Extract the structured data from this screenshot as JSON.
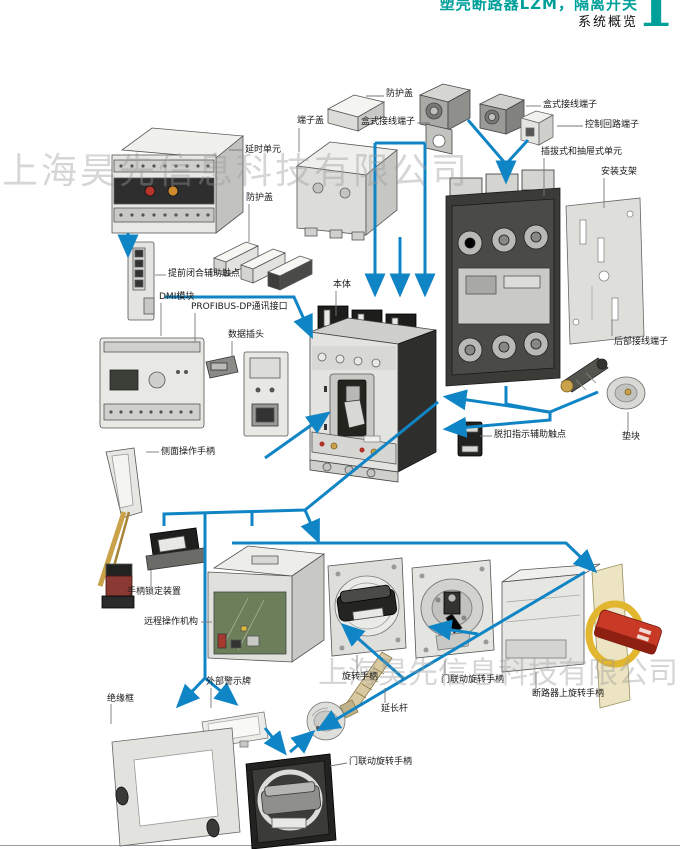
{
  "page": {
    "header": {
      "title": "塑壳断路器LZM，隔离开关",
      "subtitle": "系统概览",
      "page_number": "1"
    },
    "watermark": "上海昊先信息科技有限公司",
    "colors": {
      "accent_teal": "#00A09A",
      "connector_blue": "#1085C5",
      "label_text": "#1a1a1a",
      "handle_red": "#C93A26",
      "ring_yellow": "#E2B62E"
    }
  },
  "labels": [
    {
      "id": "protective-cover-top",
      "text": "防护盖"
    },
    {
      "id": "terminal-cover",
      "text": "端子盖"
    },
    {
      "id": "box-terminal-left",
      "text": "盒式接线端子"
    },
    {
      "id": "box-terminal-right",
      "text": "盒式接线端子"
    },
    {
      "id": "control-circuit-terminal",
      "text": "控制回路端子"
    },
    {
      "id": "plugin-drawer-unit",
      "text": "插拔式和抽屉式单元"
    },
    {
      "id": "mounting-bracket",
      "text": "安装支架"
    },
    {
      "id": "time-delay-unit",
      "text": "延时单元"
    },
    {
      "id": "protective-cover-mid",
      "text": "防护盖"
    },
    {
      "id": "early-make-aux-contact",
      "text": "提前闭合辅助触点"
    },
    {
      "id": "dmi-module",
      "text": "DMI模块"
    },
    {
      "id": "profibus-interface",
      "text": "PROFIBUS-DP通讯接口"
    },
    {
      "id": "data-plug",
      "text": "数据插头"
    },
    {
      "id": "main-body",
      "text": "本体"
    },
    {
      "id": "rear-terminal",
      "text": "后部接线端子"
    },
    {
      "id": "trip-indication-aux-contact",
      "text": "脱扣指示辅助触点"
    },
    {
      "id": "spacer-block",
      "text": "垫块"
    },
    {
      "id": "side-operating-handle",
      "text": "侧面操作手柄"
    },
    {
      "id": "handle-locking-device",
      "text": "手柄锁定装置"
    },
    {
      "id": "remote-operating-mechanism",
      "text": "远程操作机构"
    },
    {
      "id": "rotary-handle",
      "text": "旋转手柄"
    },
    {
      "id": "extension-shaft",
      "text": "延长杆"
    },
    {
      "id": "door-coupling-rotary-handle-1",
      "text": "门联动旋转手柄"
    },
    {
      "id": "breaker-mounted-rotary-handle",
      "text": "断路器上旋转手柄"
    },
    {
      "id": "external-warning-plate",
      "text": "外部警示牌"
    },
    {
      "id": "insulating-frame",
      "text": "绝缘框"
    },
    {
      "id": "door-coupling-rotary-handle-2",
      "text": "门联动旋转手柄"
    }
  ]
}
